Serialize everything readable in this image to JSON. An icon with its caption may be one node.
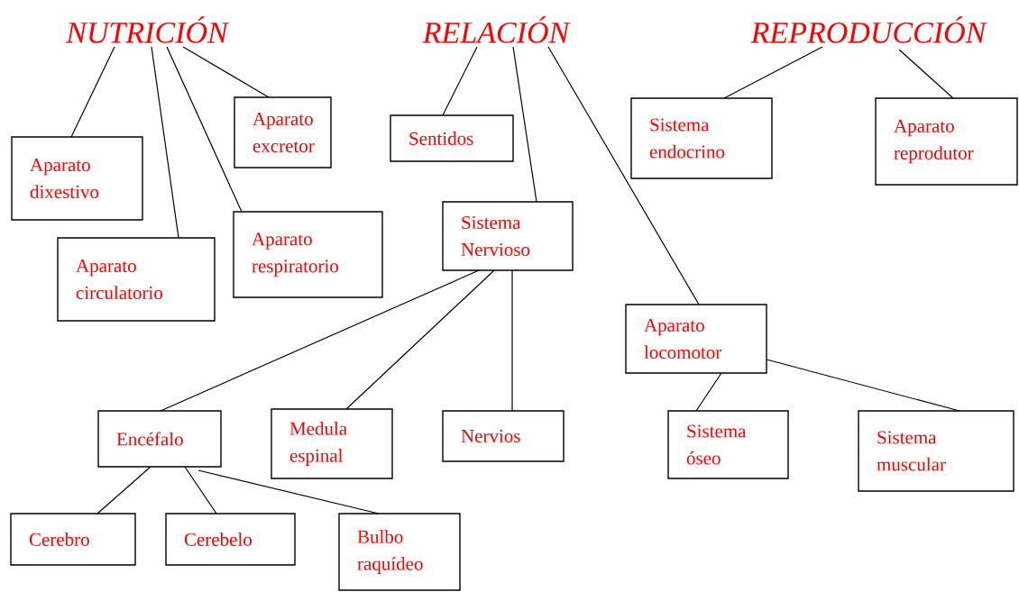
{
  "diagram": {
    "nodes": [
      {
        "text": [
          "NUTRICIÓN"
        ]
      },
      {
        "text": [
          "RELACIÓN"
        ]
      },
      {
        "text": [
          "REPRODUCCIÓN"
        ]
      },
      {
        "text": [
          "Aparato dixestivo"
        ]
      },
      {
        "text": [
          "Aparato circulatorio"
        ]
      },
      {
        "text": [
          "Aparato excretor"
        ]
      },
      {
        "text": [
          "Aparato respiratorio"
        ]
      },
      {
        "text": [
          "Sentidos"
        ]
      },
      {
        "text": [
          "Sistema Nervioso"
        ]
      },
      {
        "text": [
          "Aparato locomotor"
        ]
      },
      {
        "text": [
          "Sistema endocrino"
        ]
      },
      {
        "text": [
          "Aparato reprodutor"
        ]
      },
      {
        "text": [
          "Encéfalo"
        ]
      },
      {
        "text": [
          "Medula espinal"
        ]
      },
      {
        "text": [
          "Nervios"
        ]
      },
      {
        "text": [
          "Sistema óseo"
        ]
      },
      {
        "text": [
          "Sistema muscular"
        ]
      },
      {
        "text": [
          "Cerebro"
        ]
      },
      {
        "text": [
          "Cerebelo"
        ]
      },
      {
        "text": [
          "Bulbo raquídeo"
        ]
      }
    ],
    "edges": [
      {
        "from": 0,
        "to": 3,
        "arrow": "none"
      },
      {
        "from": 0,
        "to": 4,
        "arrow": "none"
      },
      {
        "from": 0,
        "to": 5,
        "arrow": "none"
      },
      {
        "from": 0,
        "to": 6,
        "arrow": "none"
      },
      {
        "from": 1,
        "to": 7,
        "arrow": "none"
      },
      {
        "from": 1,
        "to": 8,
        "arrow": "none"
      },
      {
        "from": 1,
        "to": 9,
        "arrow": "none"
      },
      {
        "from": 2,
        "to": 10,
        "arrow": "none"
      },
      {
        "from": 2,
        "to": 11,
        "arrow": "none"
      },
      {
        "from": 8,
        "to": 12,
        "arrow": "none"
      },
      {
        "from": 8,
        "to": 13,
        "arrow": "none"
      },
      {
        "from": 8,
        "to": 14,
        "arrow": "none"
      },
      {
        "from": 9,
        "to": 15,
        "arrow": "none"
      },
      {
        "from": 9,
        "to": 16,
        "arrow": "none"
      },
      {
        "from": 12,
        "to": 17,
        "arrow": "none"
      },
      {
        "from": 12,
        "to": 18,
        "arrow": "none"
      },
      {
        "from": 12,
        "to": 19,
        "arrow": "none"
      }
    ]
  }
}
